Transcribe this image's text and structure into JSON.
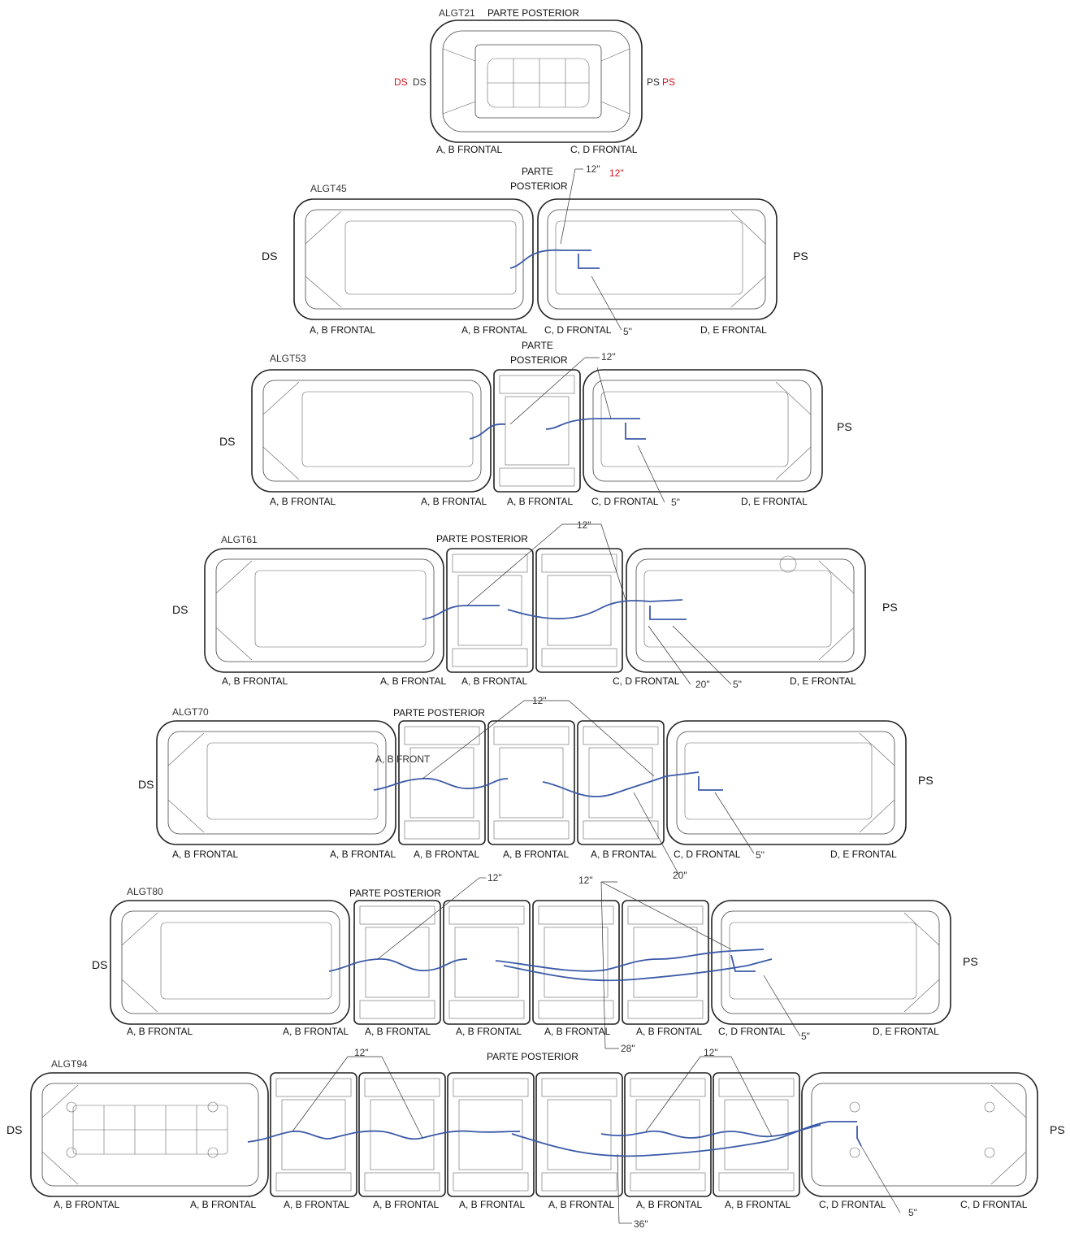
{
  "colors": {
    "wire": "#3b5aa8",
    "callout_red": "#d0141e",
    "outline": "#222222"
  },
  "bars": [
    {
      "id": "ALGT21",
      "model": "ALGT21",
      "rear_label": "PARTE POSTERIOR",
      "side_left": "DS",
      "side_right": "PS",
      "side_left_red": "DS",
      "side_right_red": "PS",
      "front_labels": [
        "A, B FRONTAL",
        "C, D FRONTAL"
      ]
    },
    {
      "id": "ALGT45",
      "model": "ALGT45",
      "rear_label_lines": [
        "PARTE",
        "POSTERIOR"
      ],
      "side_left": "DS",
      "side_right": "PS",
      "cable_labels": [
        "12\"",
        "5\""
      ],
      "cable_label_red": "12\"",
      "front_labels": [
        "A, B FRONTAL",
        "A, B FRONTAL",
        "C, D FRONTAL",
        "D, E FRONTAL"
      ]
    },
    {
      "id": "ALGT53",
      "model": "ALGT53",
      "rear_label_lines": [
        "PARTE",
        "POSTERIOR"
      ],
      "side_left": "DS",
      "side_right": "PS",
      "cable_labels": [
        "12\"",
        "5\""
      ],
      "front_labels": [
        "A, B FRONTAL",
        "A, B FRONTAL",
        "A, B FRONTAL",
        "C, D FRONTAL",
        "D, E FRONTAL"
      ]
    },
    {
      "id": "ALGT61",
      "model": "ALGT61",
      "rear_label": "PARTE POSTERIOR",
      "side_left": "DS",
      "side_right": "PS",
      "cable_labels": [
        "12\"",
        "20\"",
        "5\""
      ],
      "front_labels": [
        "A, B FRONTAL",
        "A, B FRONTAL",
        "A, B FRONTAL",
        "C, D FRONTAL",
        "D, E FRONTAL"
      ]
    },
    {
      "id": "ALGT70",
      "model": "ALGT70",
      "rear_label": "PARTE POSTERIOR",
      "side_left": "DS",
      "side_right": "PS",
      "inner_note": "A, B FRONT",
      "cable_labels": [
        "12\"",
        "5\"",
        "20\""
      ],
      "front_labels": [
        "A, B FRONTAL",
        "A, B FRONTAL",
        "A, B FRONTAL",
        "A, B FRONTAL",
        "A, B FRONTAL",
        "C, D FRONTAL",
        "D, E FRONTAL"
      ]
    },
    {
      "id": "ALGT80",
      "model": "ALGT80",
      "rear_label": "PARTE POSTERIOR",
      "side_left": "DS",
      "side_right": "PS",
      "cable_labels": [
        "12\"",
        "12\"",
        "28\"",
        "5\""
      ],
      "front_labels": [
        "A, B FRONTAL",
        "A, B FRONTAL",
        "A, B FRONTAL",
        "A, B FRONTAL",
        "A, B FRONTAL",
        "A, B FRONTAL",
        "C, D FRONTAL",
        "D, E FRONTAL"
      ]
    },
    {
      "id": "ALGT94",
      "model": "ALGT94",
      "rear_label": "PARTE POSTERIOR",
      "side_left": "DS",
      "side_right": "PS",
      "cable_labels": [
        "12\"",
        "12\"",
        "36\"",
        "5\""
      ],
      "front_labels": [
        "A, B FRONTAL",
        "A, B FRONTAL",
        "A, B FRONTAL",
        "A, B FRONTAL",
        "A, B FRONTAL",
        "A, B FRONTAL",
        "A, B FRONTAL",
        "A, B FRONTAL",
        "C, D FRONTAL",
        "C, D FRONTAL"
      ]
    }
  ]
}
